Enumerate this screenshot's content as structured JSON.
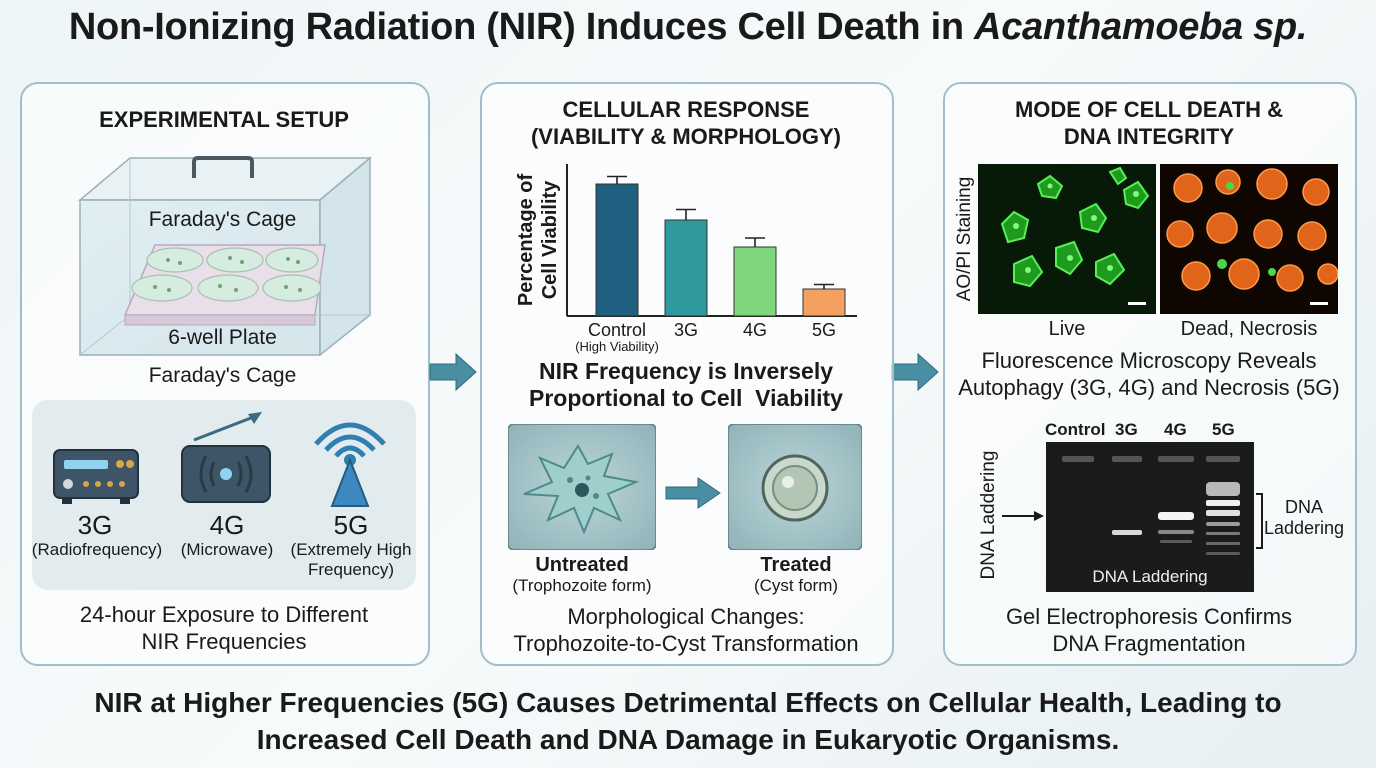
{
  "title": "Non-Ionizing Radiation (NIR) Induces Cell Death in",
  "title_italic": "Acanthamoeba sp.",
  "panel1": {
    "heading": "EXPERIMENTAL SETUP",
    "cage_label_top": "Faraday's Cage",
    "plate_label": "6-well Plate",
    "cage_label_bottom": "Faraday's Cage",
    "devices": [
      {
        "name": "3G",
        "desc": "(Radiofrequency)",
        "icon": "radio-transmitter-icon"
      },
      {
        "name": "4G",
        "desc": "(Microwave)",
        "icon": "microwave-oven-icon"
      },
      {
        "name": "5G",
        "desc_line1": "(Extremely High",
        "desc_line2": "Frequency)",
        "icon": "antenna-tower-icon"
      }
    ],
    "caption_line1": "24-hour Exposure to Different",
    "caption_line2": "NIR Frequencies"
  },
  "panel2": {
    "heading_line1": "CELLULAR RESPONSE",
    "heading_line2": "(VIABILITY & MORPHOLOGY)",
    "caption_line1": "NIR Frequency is Inversely",
    "caption_line2": "Proportional to Cell  Viability",
    "untreated_label": "Untreated",
    "untreated_sub": "(Trophozoite form)",
    "treated_label": "Treated",
    "treated_sub": "(Cyst form)",
    "morph_line1": "Morphological Changes:",
    "morph_line2": "Trophozoite-to-Cyst Transformation"
  },
  "chart_data": {
    "type": "bar",
    "categories": [
      "Control",
      "3G",
      "4G",
      "5G"
    ],
    "category_sub": [
      "(High Viability)",
      "",
      "",
      ""
    ],
    "values": [
      88,
      64,
      46,
      18
    ],
    "errors": [
      5,
      7,
      6,
      3
    ],
    "ylabel_line1": "Percentage of",
    "ylabel_line2": "Cell Viability",
    "ylim": [
      0,
      100
    ],
    "colors": [
      "#1f5f7f",
      "#2e9a9e",
      "#7fd67d",
      "#f4a061"
    ],
    "grid": false
  },
  "panel3": {
    "heading_line1": "MODE OF CELL DEATH &",
    "heading_line2": "DNA INTEGRITY",
    "stain_label": "AO/PI Staining",
    "live_label": "Live",
    "dead_label": "Dead, Necrosis",
    "fluor_line1": "Fluorescence Microscopy Reveals",
    "fluor_line2": "Autophagy (3G, 4G) and Necrosis (5G)",
    "gel_lanes": [
      "Control",
      "3G",
      "4G",
      "5G"
    ],
    "gel_side_label": "DNA Laddering",
    "gel_inner_label": "DNA Laddering",
    "gel_bracket_line1": "DNA",
    "gel_bracket_line2": "Laddering",
    "gel_line1": "Gel Electrophoresis Confirms",
    "gel_line2": "DNA Fragmentation"
  },
  "bottom_line1": "NIR at Higher Frequencies (5G) Causes Detrimental Effects on Cellular Health, Leading to",
  "bottom_line2": "Increased Cell Death and DNA Damage in Eukaryotic Organisms.",
  "colors": {
    "panel_border": "#9fbfca",
    "arrow": "#4a8ea3",
    "live_green": "#3ddc3d",
    "dead_orange": "#ff7a1a"
  }
}
